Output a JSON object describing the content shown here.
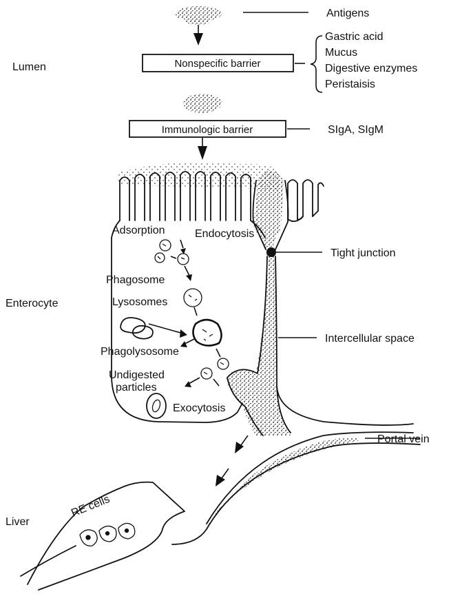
{
  "regions": {
    "lumen": "Lumen",
    "enterocyte": "Enterocyte",
    "liver": "Liver"
  },
  "barriers": {
    "nonspecific": "Nonspecific barrier",
    "immunologic": "Immunologic barrier"
  },
  "annotations": {
    "antigens": "Antigens",
    "nonspecific_factors": [
      "Gastric acid",
      "Mucus",
      "Digestive enzymes",
      "Peristaisis"
    ],
    "immunoglobulins": "SIgA, SIgM",
    "tight_junction": "Tight junction",
    "intercellular_space": "Intercellular space",
    "portal_vein": "Portal vein"
  },
  "cell_labels": {
    "adsorption": "Adsorption",
    "endocytosis": "Endocytosis",
    "phagosome": "Phagosome",
    "lysosomes": "Lysosomes",
    "phagolysosome": "Phagolysosome",
    "undigested_1": "Undigested",
    "undigested_2": "particles",
    "exocytosis": "Exocytosis",
    "re_cells": "RE cells"
  },
  "colors": {
    "ink": "#111111",
    "background": "#ffffff"
  }
}
